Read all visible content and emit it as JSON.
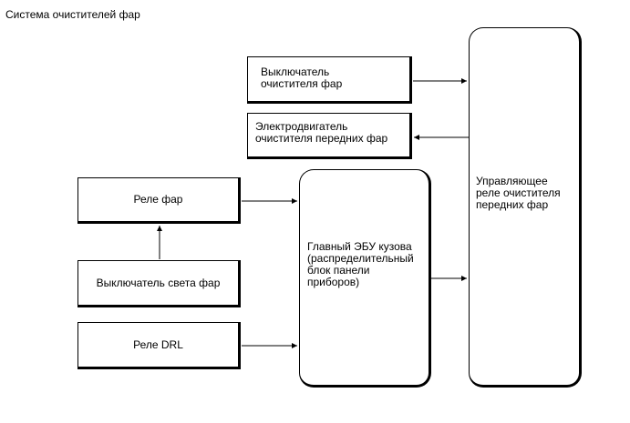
{
  "title": "Система очистителей фар",
  "boxes": {
    "headlamp_cleaner_switch": [
      "Выключатель",
      "очистителя фар"
    ],
    "headlamp_cleaner_motor": [
      "Электродвигатель",
      "очистителя передних фар"
    ],
    "headlamp_relay": "Реле фар",
    "light_switch": "Выключатель света фар",
    "drl_relay": "Реле DRL",
    "main_body_ecu": [
      "Главный ЭБУ кузова",
      "(распределительный",
      "блок панели",
      "приборов)"
    ],
    "cleaner_control_relay": [
      "Управляющее",
      "реле очистителя",
      "передних фар"
    ]
  }
}
